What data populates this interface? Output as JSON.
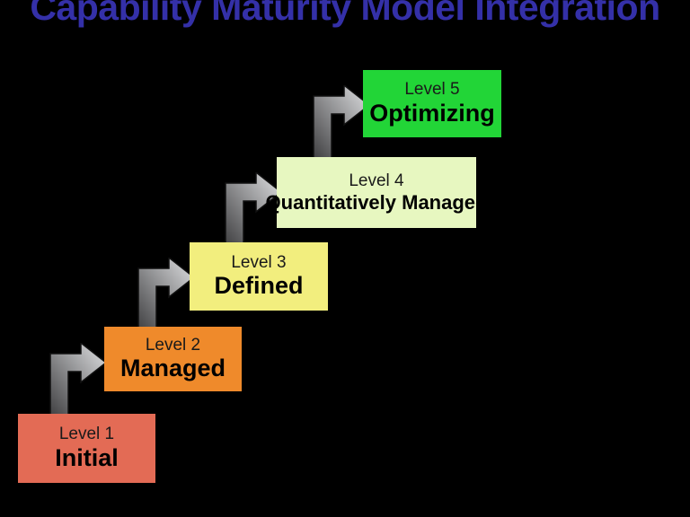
{
  "title": "Capability Maturity Model Integration",
  "canvas": {
    "background_color": "#000000",
    "title_color": "#3430A8"
  },
  "diagram": {
    "type": "staircase-maturity-levels",
    "arrow_icon_name": "elbow-arrow-up-right-icon",
    "arrow_color_dark": "#3f3f41",
    "arrow_color_light": "#d9dadc",
    "levels": [
      {
        "id": "level-1",
        "tag": "Level 1",
        "name": "Initial",
        "color": "#E36B55"
      },
      {
        "id": "level-2",
        "tag": "Level 2",
        "name": "Managed",
        "color": "#EF8A2B"
      },
      {
        "id": "level-3",
        "tag": "Level 3",
        "name": "Defined",
        "color": "#F2EE7E"
      },
      {
        "id": "level-4",
        "tag": "Level 4",
        "name": "Quantitatively Managed",
        "color": "#E7F7C0"
      },
      {
        "id": "level-5",
        "tag": "Level 5",
        "name": "Optimizing",
        "color": "#22D537"
      }
    ]
  }
}
